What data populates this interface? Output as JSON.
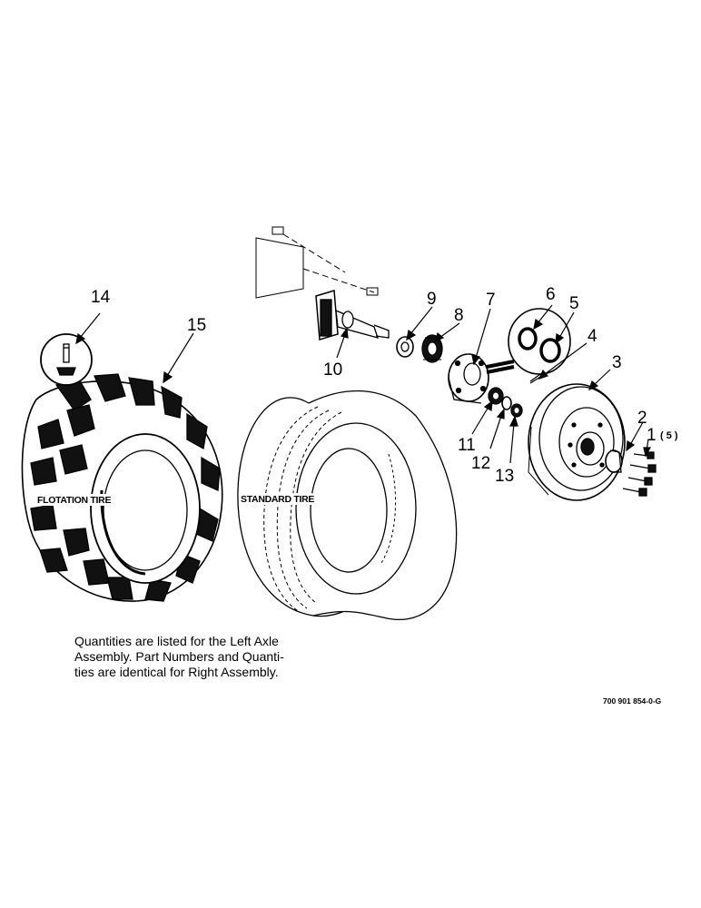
{
  "callouts": {
    "c1": "1",
    "c1_qty": "( 5 )",
    "c2": "2",
    "c3": "3",
    "c4": "4",
    "c5": "5",
    "c6": "6",
    "c7": "7",
    "c8": "8",
    "c9": "9",
    "c10": "10",
    "c11": "11",
    "c12": "12",
    "c13": "13",
    "c14": "14",
    "c15": "15"
  },
  "tire_labels": {
    "flotation": "FLOTATION TIRE",
    "standard": "STANDARD TIRE"
  },
  "note": {
    "lines": [
      "Quantities are listed for the Left Axle",
      "Assembly. Part Numbers and Quanti-",
      "ties are identical for Right Assembly."
    ]
  },
  "drawing_number": "700 901 854-0-G",
  "colors": {
    "ink": "#000000",
    "paper": "#ffffff"
  }
}
